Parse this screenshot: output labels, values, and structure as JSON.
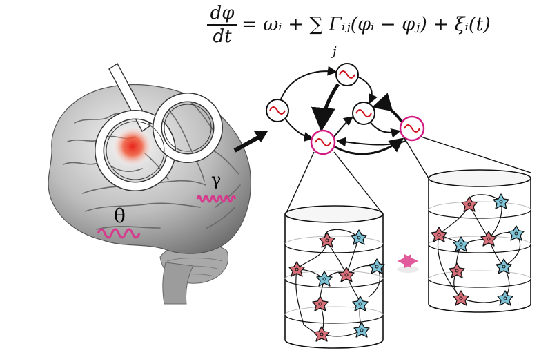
{
  "equation": {
    "fraction_numerator": "dφ",
    "fraction_denominator": "dt",
    "right_hand_side": "= ωᵢ + ∑ Γᵢⱼ(φᵢ − φⱼ) + ξᵢ(t)",
    "sum_index": "j"
  },
  "labels": {
    "theta": "θ",
    "gamma": "γ"
  },
  "colors": {
    "oscillation": "#d63c8e",
    "node_highlight": "#d21b80",
    "sine": "#d0111b",
    "neuron_pyramidal": "#d8707a",
    "neuron_interneuron": "#7ec3d6",
    "stimulation_spot": "#e8231a"
  },
  "icons": {
    "coil": "tms-coil-icon",
    "node": "oscillator-sine-icon",
    "neuron": "neuron-icon"
  }
}
